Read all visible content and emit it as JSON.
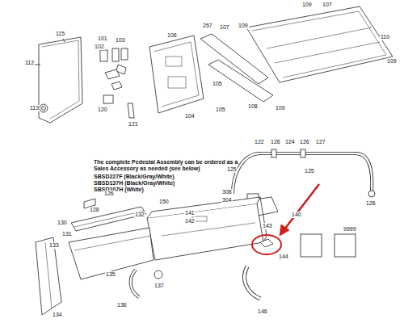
{
  "diagram": {
    "labels": [
      "115",
      "112",
      "113",
      "101",
      "102",
      "103",
      "120",
      "121",
      "106",
      "105",
      "104",
      "105",
      "257",
      "107",
      "109",
      "108",
      "109",
      "109",
      "107",
      "110",
      "109",
      "The complete Pedestal Assembly can be ordered as a Sales Accessory as needed (see below)",
      "SBSD227F (Black/Gray/White)",
      "SBSD137H (Black/Gray/White)",
      "SBSD107H (White)",
      "122",
      "126",
      "124",
      "126",
      "127",
      "125",
      "125",
      "126",
      "308",
      "304",
      "140",
      "143",
      "141",
      "142",
      "150",
      "144",
      "9999",
      "146",
      "137",
      "136",
      "135",
      "134",
      "133",
      "131",
      "130",
      "128",
      "126",
      "132"
    ]
  }
}
